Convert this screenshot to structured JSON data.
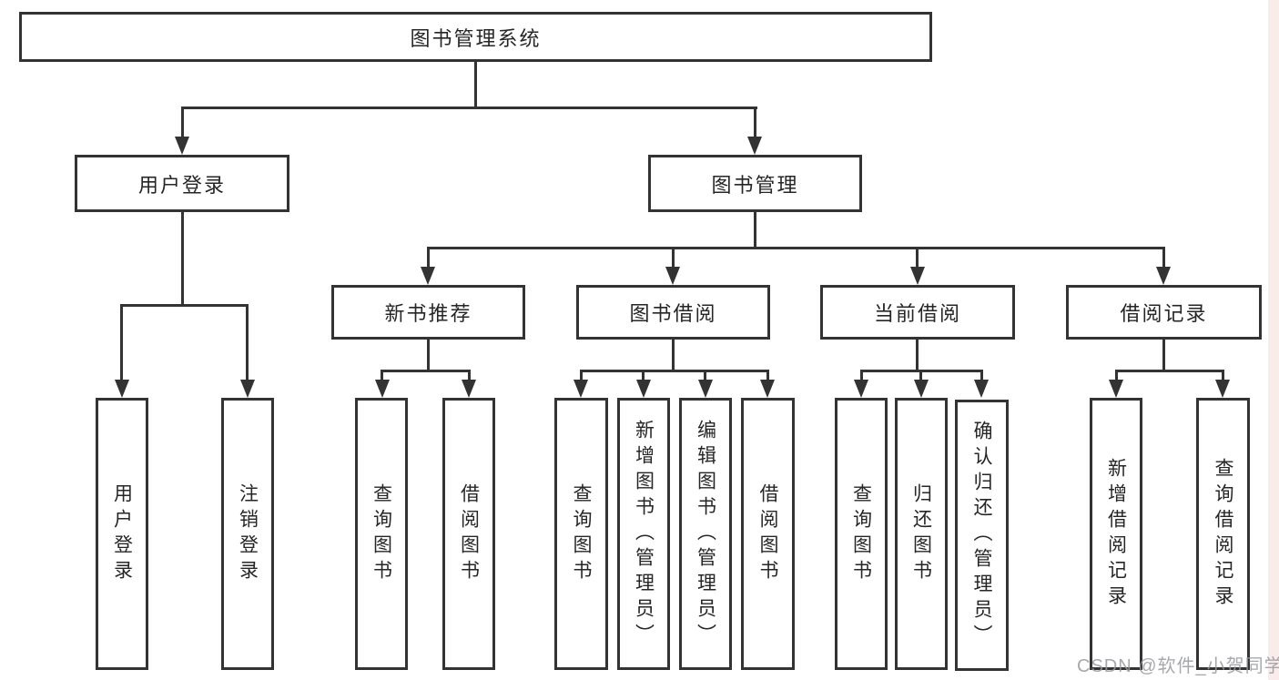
{
  "watermark": {
    "text": "CSDN @软件_小贺同学"
  },
  "colors": {
    "line": "#333333",
    "text": "#262626",
    "edge_tint": "#f7d9d9"
  },
  "tree": {
    "root": {
      "label": "图书管理系统",
      "children": [
        {
          "label": "用户登录",
          "children": [
            {
              "label": "用户登录"
            },
            {
              "label": "注销登录"
            }
          ]
        },
        {
          "label": "图书管理",
          "children": [
            {
              "label": "新书推荐",
              "children": [
                {
                  "label": "查询图书"
                },
                {
                  "label": "借阅图书"
                }
              ]
            },
            {
              "label": "图书借阅",
              "children": [
                {
                  "label": "查询图书"
                },
                {
                  "label": "新增图书（管理员）"
                },
                {
                  "label": "编辑图书（管理员）"
                },
                {
                  "label": "借阅图书"
                }
              ]
            },
            {
              "label": "当前借阅",
              "children": [
                {
                  "label": "查询图书"
                },
                {
                  "label": "归还图书"
                },
                {
                  "label": "确认归还（管理员）"
                }
              ]
            },
            {
              "label": "借阅记录",
              "children": [
                {
                  "label": "新增借阅记录"
                },
                {
                  "label": "查询借阅记录"
                }
              ]
            }
          ]
        }
      ]
    }
  }
}
